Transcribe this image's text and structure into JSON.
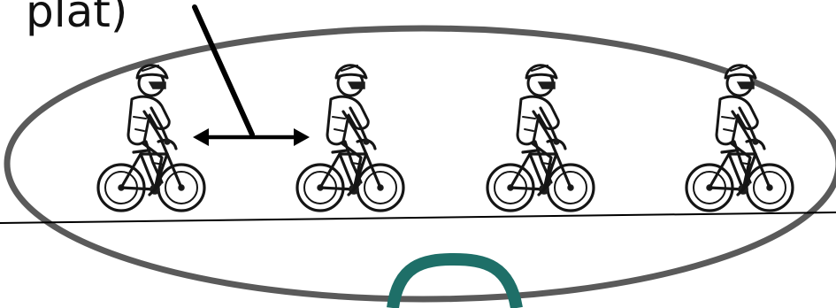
{
  "diagram": {
    "label_text": "plat)",
    "colors": {
      "ellipse": "#5a5a5a",
      "arrow": "#000000",
      "ground": "#000000",
      "arc": "#1e6f68",
      "rider": "#151515"
    },
    "cyclists": [
      {
        "name": "cyclist-1"
      },
      {
        "name": "cyclist-2"
      },
      {
        "name": "cyclist-3"
      },
      {
        "name": "cyclist-4"
      }
    ]
  }
}
